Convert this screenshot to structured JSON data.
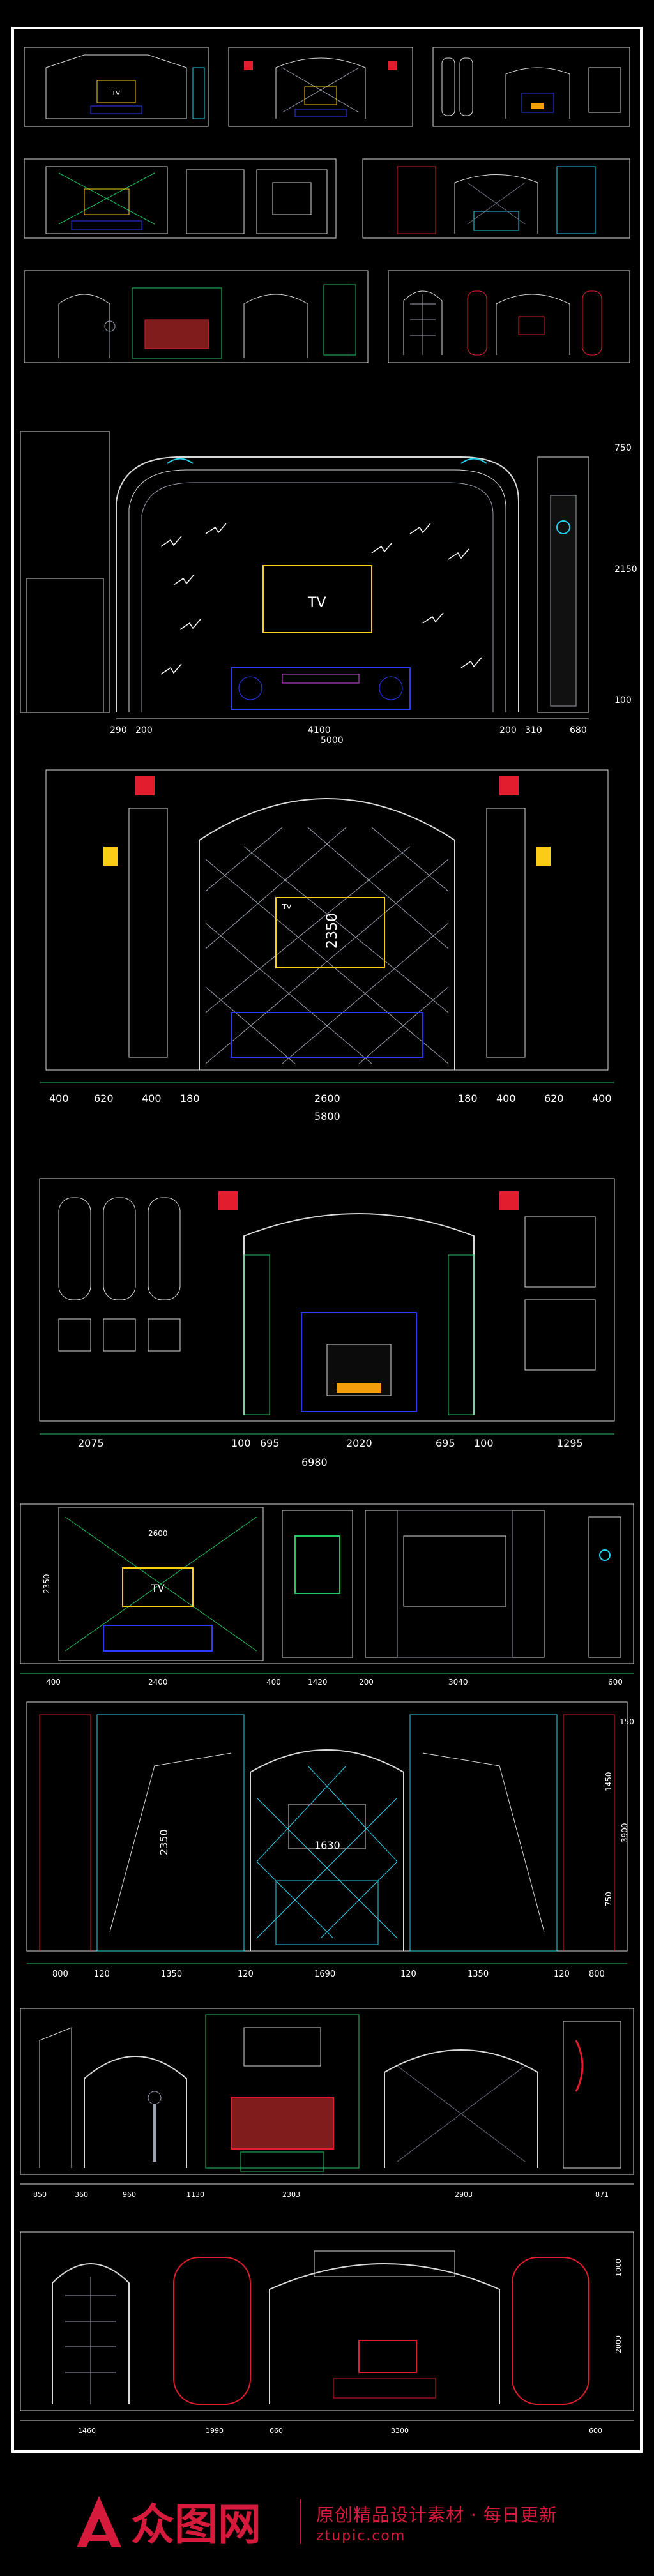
{
  "colors": {
    "frame": "#ffffff",
    "line": "#d9d9d9",
    "green": "#22c55e",
    "cyan": "#22d3ee",
    "blue": "#2a3bff",
    "red": "#e11d2e",
    "yellow": "#facc15",
    "magenta": "#d946ef",
    "brand": "#d61a3c"
  },
  "panel1": {
    "tv_label": "TV",
    "dims_bottom": [
      "290",
      "200",
      "4100",
      "200",
      "310",
      "680"
    ],
    "total": "5000",
    "dims_right": [
      "750",
      "2150",
      "100"
    ]
  },
  "panel2": {
    "tv_small": "TV",
    "dim_vertical": "2350",
    "dims_bottom": [
      "400",
      "620",
      "400",
      "180",
      "2600",
      "180",
      "400",
      "620",
      "400"
    ],
    "total": "5800"
  },
  "panel3": {
    "dims_bottom": [
      "2075",
      "100",
      "695",
      "2020",
      "695",
      "100",
      "1295"
    ],
    "total": "6980"
  },
  "panel4": {
    "tv_label": "TV",
    "dim_top": "2600",
    "dim_left": "2350",
    "dims_bottom": [
      "400",
      "2400",
      "400",
      "1420",
      "200",
      "3040",
      "600"
    ]
  },
  "panel5": {
    "dim_center": "1630",
    "dim_left": "2350",
    "dims_bottom": [
      "800",
      "120",
      "1350",
      "120",
      "1690",
      "120",
      "1350",
      "120",
      "800"
    ],
    "dims_right": [
      "150",
      "1450",
      "3900",
      "750"
    ]
  },
  "panel6": {
    "dims_bottom": [
      "850",
      "360",
      "960",
      "1130",
      "2303",
      "2903",
      "871"
    ]
  },
  "panel7": {
    "dims_bottom": [
      "1460",
      "1990",
      "660",
      "3300",
      "600"
    ],
    "dims_right": [
      "1000",
      "2000"
    ]
  },
  "footer": {
    "logo_text": "众图网",
    "tagline": "原创精品设计素材 · 每日更新",
    "url": "ztupic.com"
  }
}
